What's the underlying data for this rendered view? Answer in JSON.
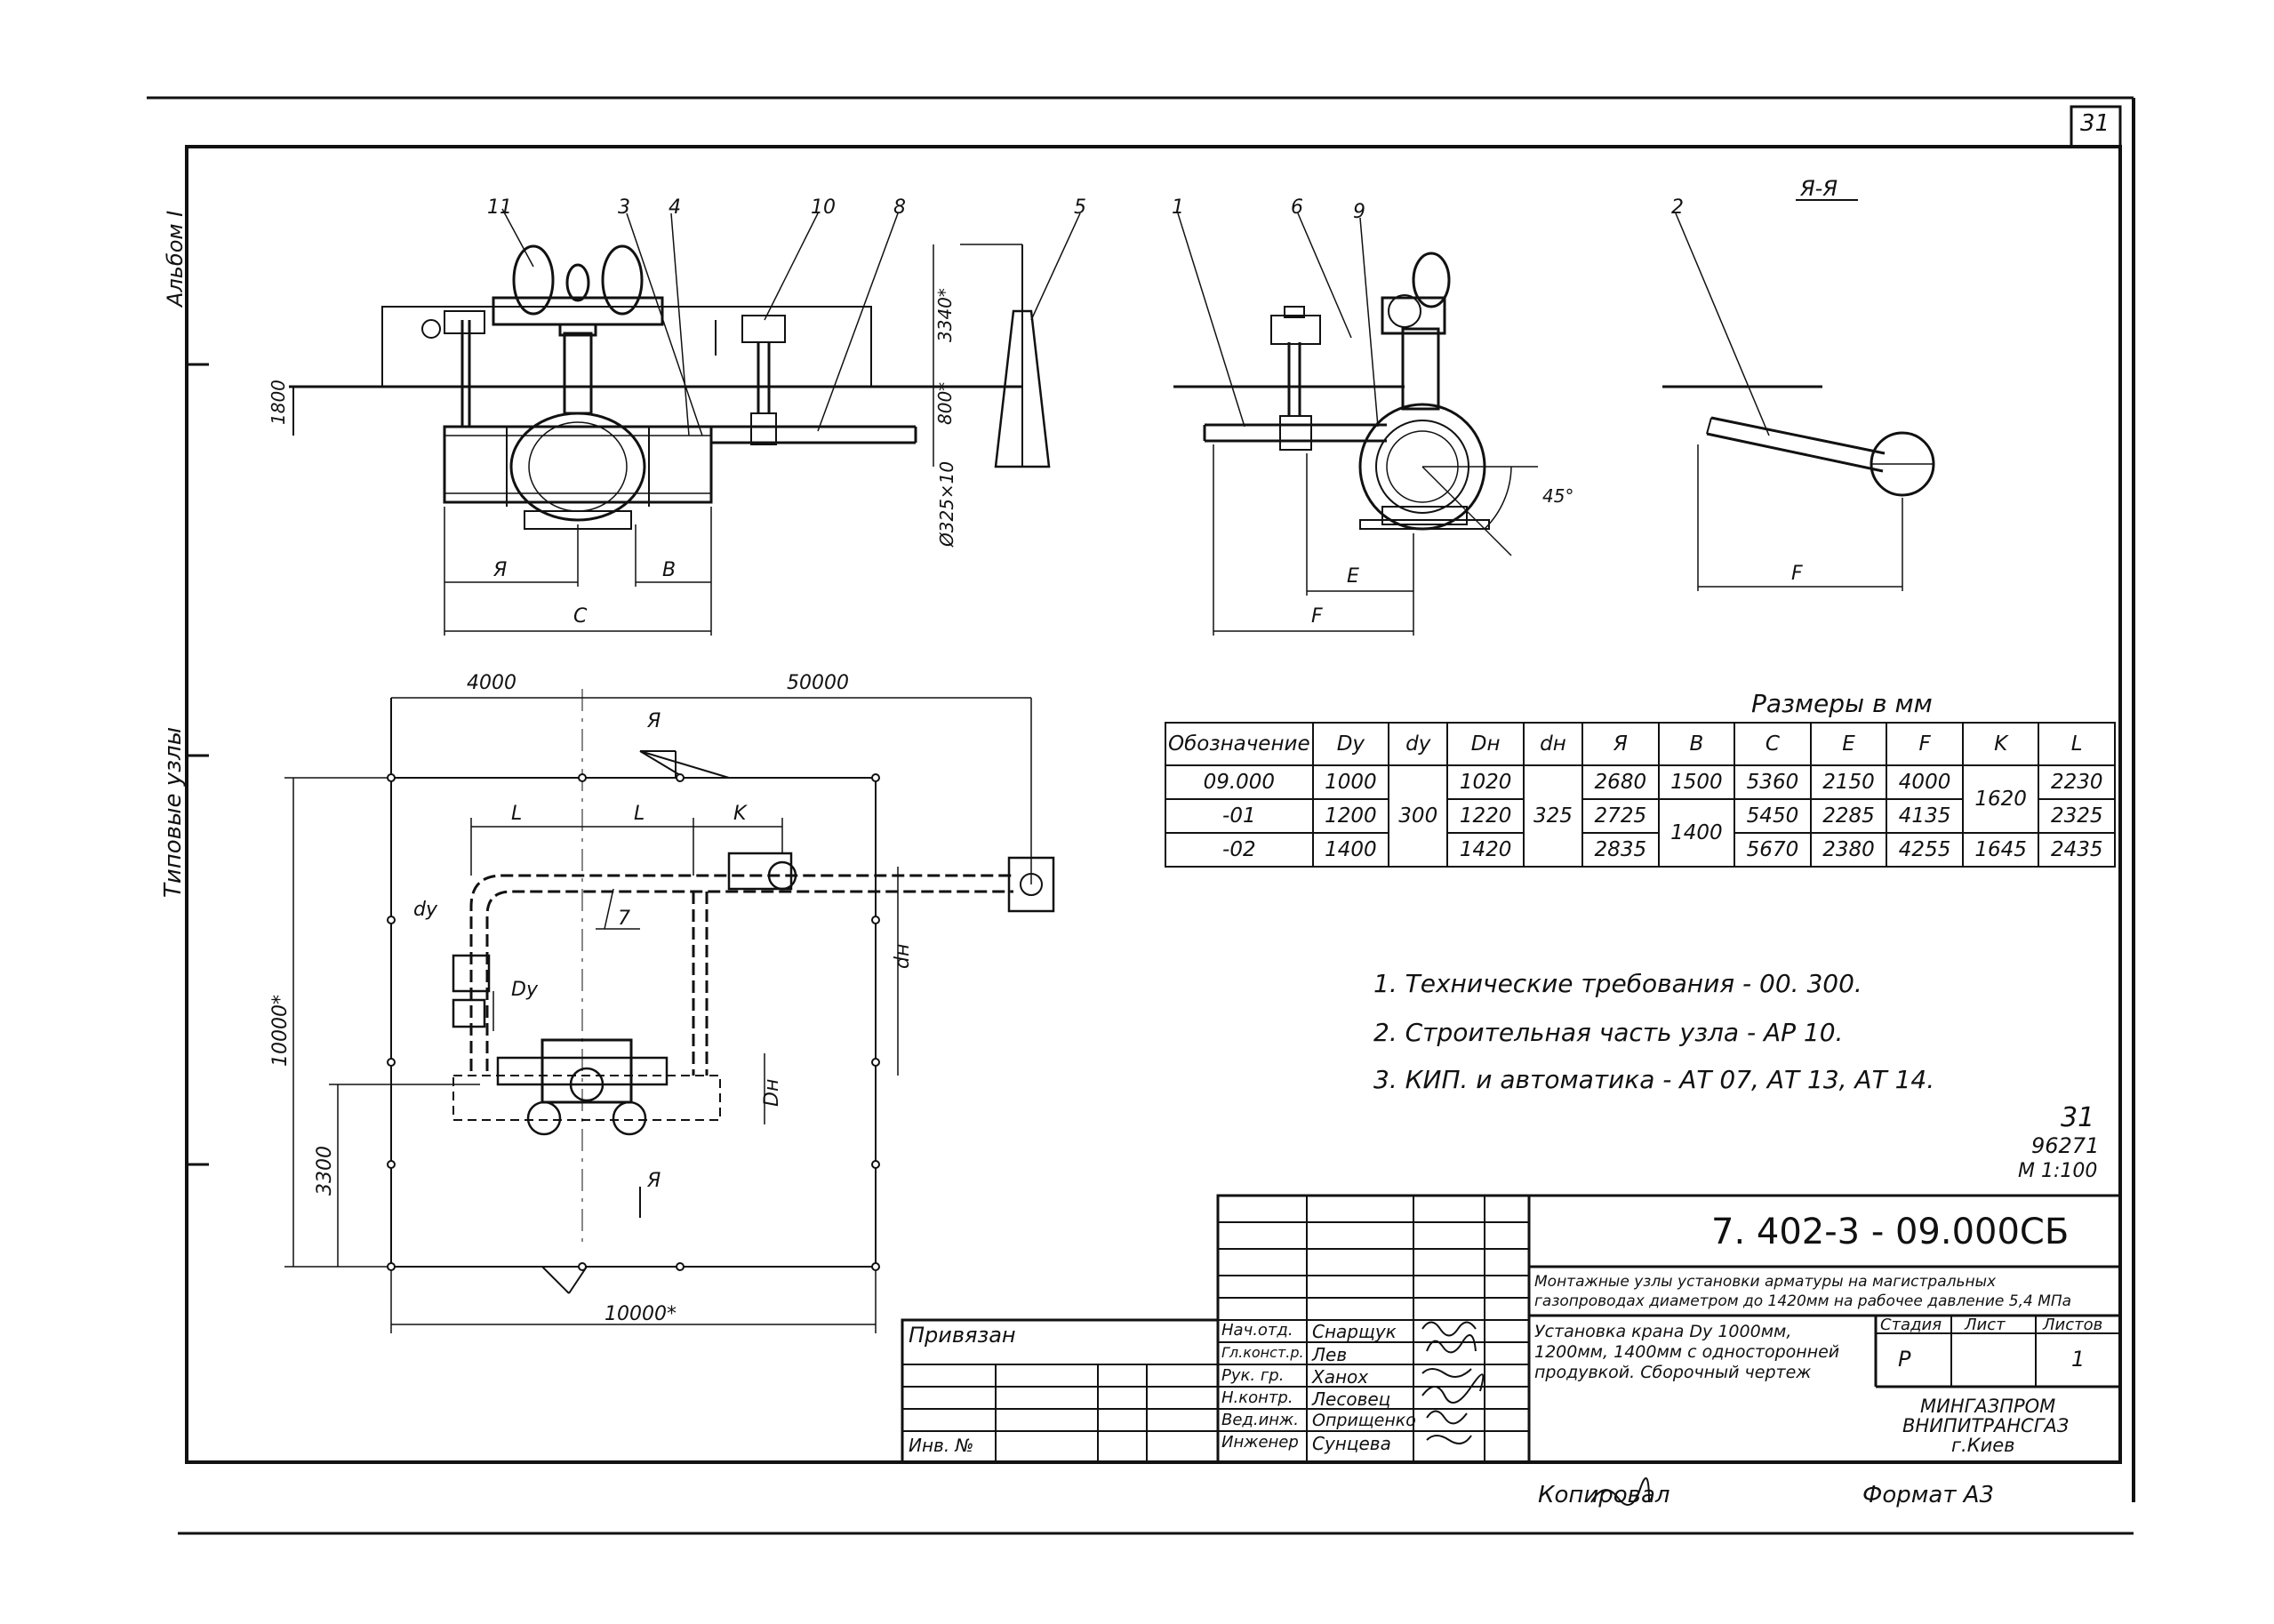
{
  "sheet": {
    "page_number": "31",
    "album_label": "Альбом I",
    "series_label": "Типовые узлы",
    "section_label": "Я-Я",
    "units_caption": "Размеры в мм"
  },
  "callouts": {
    "c11": "11",
    "c3": "3",
    "c4": "4",
    "c10": "10",
    "c8": "8",
    "c5": "5",
    "c1": "1",
    "c6": "6",
    "c9": "9",
    "c2": "2",
    "c7": "7"
  },
  "dimensions": {
    "h1800": "1800",
    "h3340": "3340*",
    "h800": "800*",
    "pipe": "Ø325×10",
    "angle": "45°",
    "dim_A": "Я",
    "dim_B": "B",
    "dim_C": "C",
    "dim_E": "E",
    "dim_F1": "F",
    "dim_F2": "F",
    "plan_4000": "4000",
    "plan_50000": "50000",
    "plan_10000v": "10000*",
    "plan_10000h": "10000*",
    "plan_3300": "3300",
    "plan_L1": "L",
    "plan_L2": "L",
    "plan_K": "K",
    "plan_dy": "dy",
    "plan_Dy": "Dy",
    "plan_dn": "dн",
    "plan_Dn": "Dн",
    "plan_A_top": "Я",
    "plan_A_bot": "Я"
  },
  "spec_table": {
    "headers": [
      "Обозначение",
      "Dy",
      "dy",
      "Dн",
      "dн",
      "Я",
      "B",
      "C",
      "E",
      "F",
      "K",
      "L"
    ],
    "rows": [
      {
        "code": "09.000",
        "Dy": "1000",
        "Dn": "1020",
        "A": "2680",
        "B": "1500",
        "C": "5360",
        "E": "2150",
        "F": "4000",
        "L": "2230"
      },
      {
        "code": "-01",
        "Dy": "1200",
        "Dn": "1220",
        "A": "2725",
        "C": "5450",
        "E": "2285",
        "F": "4135",
        "L": "2325"
      },
      {
        "code": "-02",
        "Dy": "1400",
        "Dn": "1420",
        "A": "2835",
        "C": "5670",
        "E": "2380",
        "F": "4255",
        "K": "1645",
        "L": "2435"
      }
    ],
    "merged": {
      "dy": "300",
      "dn": "325",
      "B": "1400",
      "K": "1620"
    }
  },
  "notes": [
    "1. Технические требования - 00. 300.",
    "2. Строительная часть узла - АР 10.",
    "3. КИП. и автоматика - АТ 07, АТ 13, АТ 14."
  ],
  "stamp_ref": {
    "line1": "31",
    "line2": "96271",
    "line3": "М 1:100"
  },
  "title_block": {
    "doc_code": "7. 402-3 - 09.000СБ",
    "title_line1": "Монтажные узлы установки арматуры на магистральных",
    "title_line2": "газопроводах диаметром до 1420мм на рабочее давление 5,4 МПа",
    "item_line1": "Установка крана Dy 1000мм,",
    "item_line2": "1200мм, 1400мм с односторонней",
    "item_line3": "продувкой. Сборочный чертеж",
    "stage_label": "Стадия",
    "sheet_label": "Лист",
    "sheets_label": "Листов",
    "stage_value": "Р",
    "sheets_value": "1",
    "org_line1": "МИНГАЗПРОМ",
    "org_line2": "ВНИПИТРАНСГАЗ",
    "org_line3": "г.Киев",
    "bound_label": "Привязан",
    "inv_label": "Инв. №",
    "roles": [
      {
        "role": "Нач.отд.",
        "name": "Снарщук"
      },
      {
        "role": "Гл.конст.р.",
        "name": "Лев"
      },
      {
        "role": "Рук. гр.",
        "name": "Ханох"
      },
      {
        "role": "Н.контр.",
        "name": "Лесовец"
      },
      {
        "role": "Вед.инж.",
        "name": "Оприщенко"
      },
      {
        "role": "Инженер",
        "name": "Сунцева"
      }
    ],
    "copied_label": "Копировал",
    "format_label": "Формат А3"
  },
  "colors": {
    "ink": "#111111",
    "paper": "#ffffff"
  }
}
